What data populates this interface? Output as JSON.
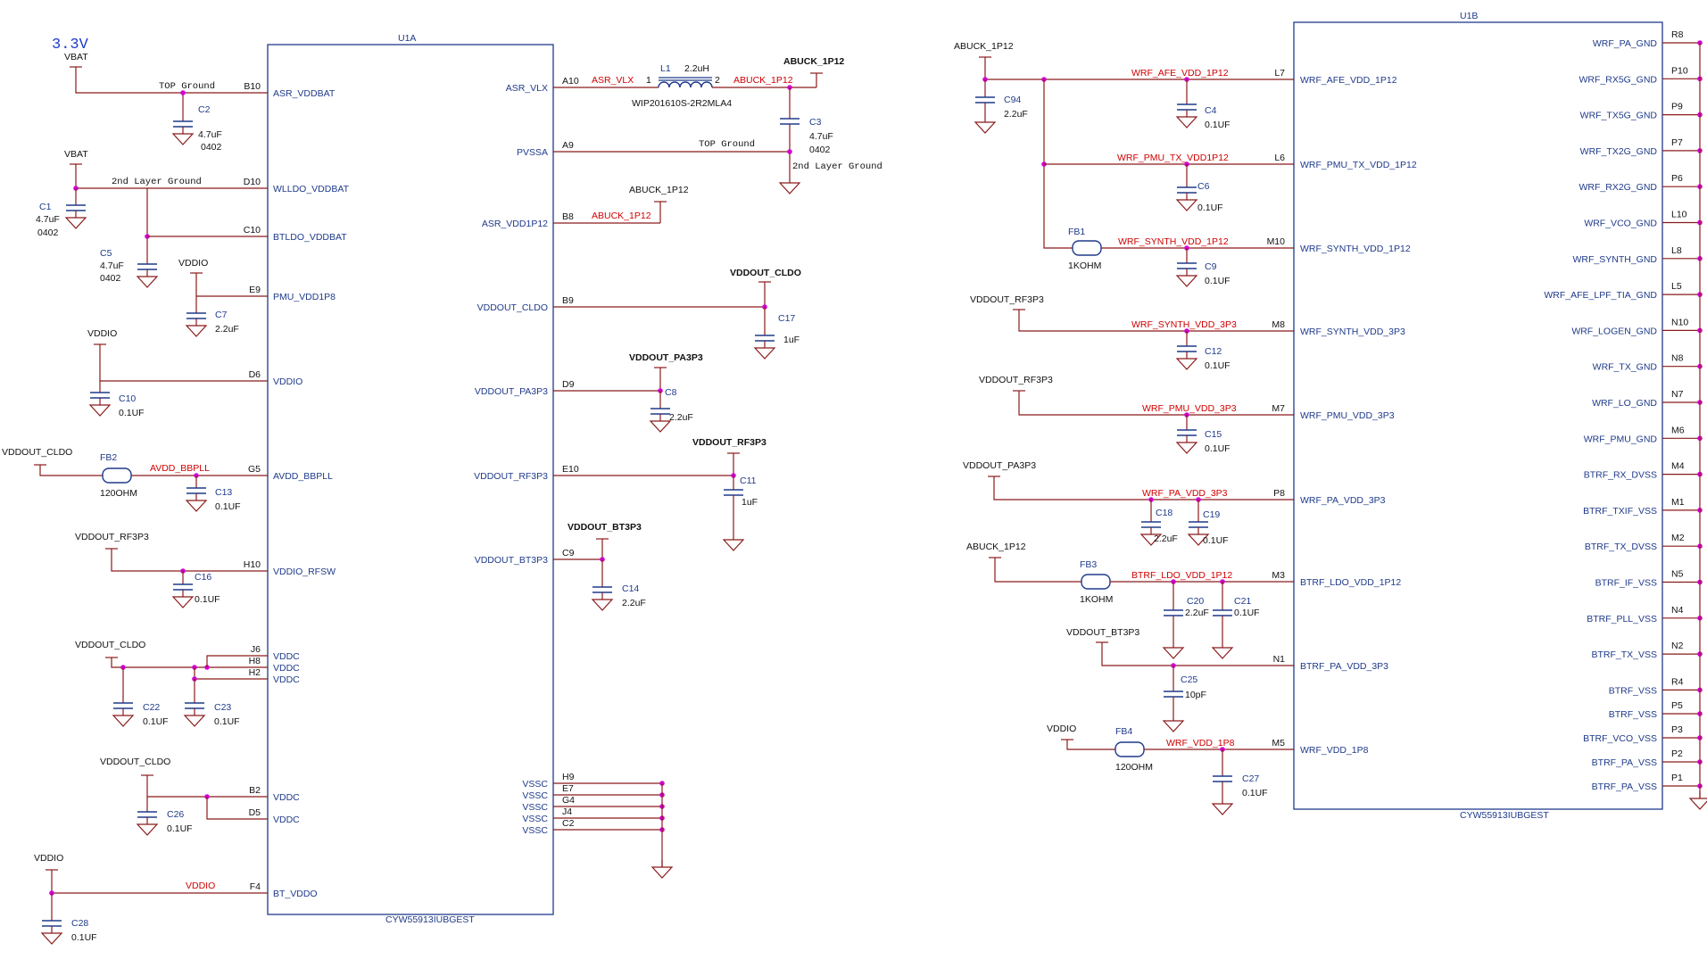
{
  "components": {
    "u1a": {
      "ref": "U1A",
      "part": "CYW55913IUBGEST"
    },
    "u1b": {
      "ref": "U1B",
      "part": "CYW55913IUBGEST"
    }
  },
  "u1a_left_pins": [
    {
      "pin": "B10",
      "name": "ASR_VDDBAT"
    },
    {
      "pin": "D10",
      "name": "WLLDO_VDDBAT"
    },
    {
      "pin": "C10",
      "name": "BTLDO_VDDBAT"
    },
    {
      "pin": "E9",
      "name": "PMU_VDD1P8"
    },
    {
      "pin": "D6",
      "name": "VDDIO"
    },
    {
      "pin": "G5",
      "name": "AVDD_BBPLL"
    },
    {
      "pin": "H10",
      "name": "VDDIO_RFSW"
    },
    {
      "pin": "J6",
      "name": "VDDC"
    },
    {
      "pin": "H8",
      "name": "VDDC"
    },
    {
      "pin": "H2",
      "name": "VDDC"
    },
    {
      "pin": "B2",
      "name": "VDDC"
    },
    {
      "pin": "D5",
      "name": "VDDC"
    },
    {
      "pin": "F4",
      "name": "BT_VDDO"
    }
  ],
  "u1a_right_pins": [
    {
      "pin": "A10",
      "name": "ASR_VLX"
    },
    {
      "pin": "A9",
      "name": "PVSSA"
    },
    {
      "pin": "B8",
      "name": "ASR_VDD1P12"
    },
    {
      "pin": "B9",
      "name": "VDDOUT_CLDO"
    },
    {
      "pin": "D9",
      "name": "VDDOUT_PA3P3"
    },
    {
      "pin": "E10",
      "name": "VDDOUT_RF3P3"
    },
    {
      "pin": "C9",
      "name": "VDDOUT_BT3P3"
    },
    {
      "pin": "H9",
      "name": "VSSC"
    },
    {
      "pin": "E7",
      "name": "VSSC"
    },
    {
      "pin": "G4",
      "name": "VSSC"
    },
    {
      "pin": "J4",
      "name": "VSSC"
    },
    {
      "pin": "C2",
      "name": "VSSC"
    }
  ],
  "u1b_left_pins": [
    {
      "pin": "L7",
      "name": "WRF_AFE_VDD_1P12",
      "net": "WRF_AFE_VDD_1P12"
    },
    {
      "pin": "L6",
      "name": "WRF_PMU_TX_VDD_1P12",
      "net": "WRF_PMU_TX_VDD1P12"
    },
    {
      "pin": "M10",
      "name": "WRF_SYNTH_VDD_1P12",
      "net": "WRF_SYNTH_VDD_1P12"
    },
    {
      "pin": "M8",
      "name": "WRF_SYNTH_VDD_3P3",
      "net": "WRF_SYNTH_VDD_3P3"
    },
    {
      "pin": "M7",
      "name": "WRF_PMU_VDD_3P3",
      "net": "WRF_PMU_VDD_3P3"
    },
    {
      "pin": "P8",
      "name": "WRF_PA_VDD_3P3",
      "net": "WRF_PA_VDD_3P3"
    },
    {
      "pin": "M3",
      "name": "BTRF_LDO_VDD_1P12",
      "net": "BTRF_LDO_VDD_1P12"
    },
    {
      "pin": "N1",
      "name": "BTRF_PA_VDD_3P3",
      "net": ""
    },
    {
      "pin": "M5",
      "name": "WRF_VDD_1P8",
      "net": "WRF_VDD_1P8"
    }
  ],
  "u1b_right_pins": [
    {
      "pin": "R8",
      "name": "WRF_PA_GND"
    },
    {
      "pin": "P10",
      "name": "WRF_RX5G_GND"
    },
    {
      "pin": "P9",
      "name": "WRF_TX5G_GND"
    },
    {
      "pin": "P7",
      "name": "WRF_TX2G_GND"
    },
    {
      "pin": "P6",
      "name": "WRF_RX2G_GND"
    },
    {
      "pin": "L10",
      "name": "WRF_VCO_GND"
    },
    {
      "pin": "L8",
      "name": "WRF_SYNTH_GND"
    },
    {
      "pin": "L5",
      "name": "WRF_AFE_LPF_TIA_GND"
    },
    {
      "pin": "N10",
      "name": "WRF_LOGEN_GND"
    },
    {
      "pin": "N8",
      "name": "WRF_TX_GND"
    },
    {
      "pin": "N7",
      "name": "WRF_LO_GND"
    },
    {
      "pin": "M6",
      "name": "WRF_PMU_GND"
    },
    {
      "pin": "M4",
      "name": "BTRF_RX_DVSS"
    },
    {
      "pin": "M1",
      "name": "BTRF_TXIF_VSS"
    },
    {
      "pin": "M2",
      "name": "BTRF_TX_DVSS"
    },
    {
      "pin": "N5",
      "name": "BTRF_IF_VSS"
    },
    {
      "pin": "N4",
      "name": "BTRF_PLL_VSS"
    },
    {
      "pin": "N2",
      "name": "BTRF_TX_VSS"
    },
    {
      "pin": "R4",
      "name": "BTRF_VSS"
    },
    {
      "pin": "P5",
      "name": "BTRF_VSS"
    },
    {
      "pin": "P3",
      "name": "BTRF_VCO_VSS"
    },
    {
      "pin": "P2",
      "name": "BTRF_PA_VSS"
    },
    {
      "pin": "P1",
      "name": "BTRF_PA_VSS"
    }
  ],
  "nets": {
    "asr_vlx": "ASR_VLX",
    "abuck": "ABUCK_1P12",
    "avdd_bbpll": "AVDD_BBPLL",
    "vddio": "VDDIO",
    "top_ground": "TOP Ground",
    "second_layer_ground": "2nd Layer Ground"
  },
  "power": {
    "v33": "3.3V",
    "vbat": "VBAT",
    "vddio": "VDDIO",
    "cldo": "VDDOUT_CLDO",
    "pa3p3": "VDDOUT_PA3P3",
    "rf3p3": "VDDOUT_RF3P3",
    "bt3p3": "VDDOUT_BT3P3",
    "abuck": "ABUCK_1P12"
  },
  "parts": {
    "C1": {
      "ref": "C1",
      "value": "4.7uF",
      "pkg": "0402"
    },
    "C2": {
      "ref": "C2",
      "value": "4.7uF",
      "pkg": "0402"
    },
    "C3": {
      "ref": "C3",
      "value": "4.7uF",
      "pkg": "0402"
    },
    "C4": {
      "ref": "C4",
      "value": "0.1UF"
    },
    "C5": {
      "ref": "C5",
      "value": "4.7uF",
      "pkg": "0402"
    },
    "C6": {
      "ref": "C6",
      "value": "0.1UF"
    },
    "C7": {
      "ref": "C7",
      "value": "2.2uF"
    },
    "C8": {
      "ref": "C8",
      "value": "2.2uF"
    },
    "C9": {
      "ref": "C9",
      "value": "0.1UF"
    },
    "C10": {
      "ref": "C10",
      "value": "0.1UF"
    },
    "C11": {
      "ref": "C11",
      "value": "1uF"
    },
    "C12": {
      "ref": "C12",
      "value": "0.1UF"
    },
    "C13": {
      "ref": "C13",
      "value": "0.1UF"
    },
    "C14": {
      "ref": "C14",
      "value": "2.2uF"
    },
    "C15": {
      "ref": "C15",
      "value": "0.1UF"
    },
    "C16": {
      "ref": "C16",
      "value": "0.1UF"
    },
    "C17": {
      "ref": "C17",
      "value": "1uF"
    },
    "C18": {
      "ref": "C18",
      "value": "2.2uF"
    },
    "C19": {
      "ref": "C19",
      "value": "0.1UF"
    },
    "C20": {
      "ref": "C20",
      "value": "2.2uF"
    },
    "C21": {
      "ref": "C21",
      "value": "0.1UF"
    },
    "C22": {
      "ref": "C22",
      "value": "0.1UF"
    },
    "C23": {
      "ref": "C23",
      "value": "0.1UF"
    },
    "C25": {
      "ref": "C25",
      "value": "10pF"
    },
    "C26": {
      "ref": "C26",
      "value": "0.1UF"
    },
    "C27": {
      "ref": "C27",
      "value": "0.1UF"
    },
    "C28": {
      "ref": "C28",
      "value": "0.1UF"
    },
    "C94": {
      "ref": "C94",
      "value": "2.2uF"
    },
    "FB1": {
      "ref": "FB1",
      "value": "1KOHM"
    },
    "FB2": {
      "ref": "FB2",
      "value": "120OHM"
    },
    "FB3": {
      "ref": "FB3",
      "value": "1KOHM"
    },
    "FB4": {
      "ref": "FB4",
      "value": "120OHM"
    },
    "L1": {
      "ref": "L1",
      "value": "2.2uH",
      "part": "WIP201610S-2R2MLA4",
      "pin1": "1",
      "pin2": "2"
    }
  },
  "colors": {
    "wire": "#8b1a1a",
    "symbol": "#1f3a8a",
    "net_label": "#d00000",
    "junction": "#d300d3"
  }
}
